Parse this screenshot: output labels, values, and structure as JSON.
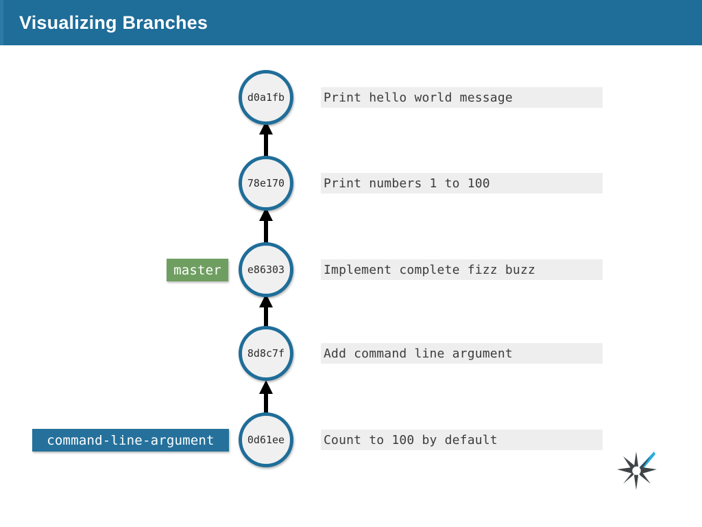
{
  "slide": {
    "title": "Visualizing Branches",
    "header_bg": "#1f6d99",
    "title_color": "#ffffff",
    "canvas_bg": "#ffffff"
  },
  "colors": {
    "node_border": "#1f6d99",
    "node_fill": "#f0f0f0",
    "message_band": "#eeeeee",
    "message_text": "#3c3c3c",
    "master_label_bg": "#6f9e61",
    "branch_label_bg": "#25719c",
    "arrow": "#000000",
    "logo_accent": "#29ace3",
    "logo_dark": "#3f4447"
  },
  "commits": [
    {
      "hash": "d0a1fb",
      "message": "Print hello world message"
    },
    {
      "hash": "78e170",
      "message": "Print numbers 1 to 100"
    },
    {
      "hash": "e86303",
      "message": "Implement complete fizz buzz"
    },
    {
      "hash": "8d8c7f",
      "message": "Add command line argument"
    },
    {
      "hash": "0d61ee",
      "message": "Count to 100 by default"
    }
  ],
  "branch_labels": [
    {
      "name": "master",
      "attached_to": "e86303",
      "style": "green"
    },
    {
      "name": "command-line-argument",
      "attached_to": "0d61ee",
      "style": "blue"
    }
  ],
  "logo": {
    "name": "sparkle-logo"
  }
}
